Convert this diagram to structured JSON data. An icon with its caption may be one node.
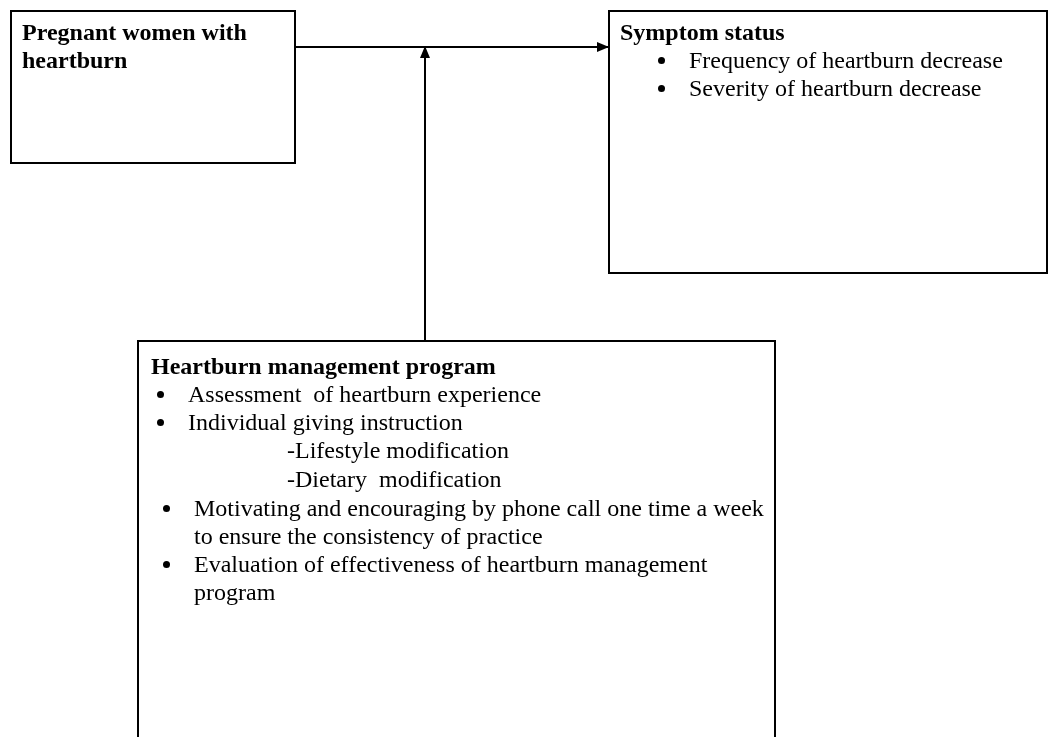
{
  "diagram": {
    "nodes": [
      {
        "text": [
          "Pregnant women with heartburn"
        ]
      },
      {
        "text": [
          "Symptom status",
          "Frequency of heartburn decrease",
          "Severity of heartburn decrease"
        ]
      },
      {
        "text": [
          "Heartburn management program",
          "Assessment  of heartburn experience",
          "Individual giving instruction",
          "-Lifestyle modification",
          "-Dietary  modification",
          "Motivating and encouraging by phone call one time a week to ensure the consistency of practice",
          "Evaluation of effectiveness of heartburn management program"
        ]
      }
    ],
    "edges": [
      {
        "from": 0,
        "to": 1,
        "arrow": "to"
      },
      {
        "from": 2,
        "to": null,
        "arrow": "to"
      }
    ]
  }
}
